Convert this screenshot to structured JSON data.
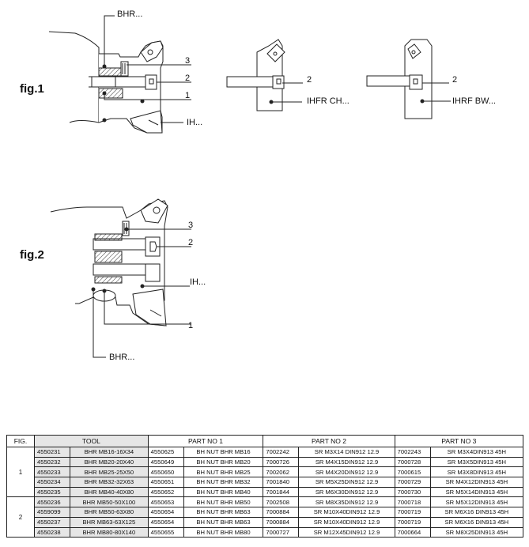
{
  "fig1": {
    "title": "fig.1",
    "main": {
      "body": "BHR...",
      "insert": "IH...",
      "p1": "1",
      "p2": "2",
      "p3": "3"
    },
    "middle": {
      "label": "IHFR CH...",
      "p2": "2"
    },
    "right": {
      "label": "IHRF BW...",
      "p2": "2"
    }
  },
  "fig2": {
    "title": "fig.2",
    "p1": "1",
    "p2": "2",
    "p3": "3",
    "insert": "IH...",
    "body": "BHR..."
  },
  "table": {
    "headers": {
      "fig": "FIG.",
      "tool": "TOOL",
      "part1": "PART NO 1",
      "part2": "PART NO 2",
      "part3": "PART NO 3"
    },
    "groups": [
      {
        "fig": "1",
        "rows": [
          [
            "4550231",
            "BHR MB16-16X34",
            "4550625",
            "BH NUT BHR MB16",
            "7002242",
            "SR M3X14 DIN912 12.9",
            "7002243",
            "SR M3X4DIN913 45H"
          ],
          [
            "4550232",
            "BHR MB20-20X40",
            "4550649",
            "BH NUT BHR MB20",
            "7000726",
            "SR M4X15DIN912 12.9",
            "7000728",
            "SR M3X5DIN913 45H"
          ],
          [
            "4550233",
            "BHR MB25-25X50",
            "4550650",
            "BH NUT BHR MB25",
            "7002062",
            "SR M4X20DIN912 12.9",
            "7000615",
            "SR M3X8DIN913 45H"
          ],
          [
            "4550234",
            "BHR MB32-32X63",
            "4550651",
            "BH NUT BHR MB32",
            "7001840",
            "SR M5X25DIN912 12.9",
            "7000729",
            "SR M4X12DIN913 45H"
          ],
          [
            "4550235",
            "BHR MB40-40X80",
            "4550652",
            "BH NUT BHR MB40",
            "7001844",
            "SR M6X30DIN912 12.9",
            "7000730",
            "SR M5X14DIN913 45H"
          ]
        ]
      },
      {
        "fig": "2",
        "rows": [
          [
            "4550236",
            "BHR MB50-50X100",
            "4550653",
            "BH NUT BHR MB50",
            "7002508",
            "SR M8X35DIN912 12.9",
            "7000718",
            "SR M5X12DIN913 45H"
          ],
          [
            "4559099",
            "BHR MB50-63X80",
            "4550654",
            "BH NUT BHR MB63",
            "7000884",
            "SR M10X40DIN912 12.9",
            "7000719",
            "SR M6X16 DIN913 45H"
          ],
          [
            "4550237",
            "BHR MB63-63X125",
            "4550654",
            "BH NUT BHR MB63",
            "7000884",
            "SR M10X40DIN912 12.9",
            "7000719",
            "SR M6X16 DIN913 45H"
          ],
          [
            "4550238",
            "BHR MB80-80X140",
            "4550655",
            "BH NUT BHR MB80",
            "7000727",
            "SR M12X45DIN912 12.9",
            "7000664",
            "SR M8X25DIN913 45H"
          ]
        ]
      }
    ]
  }
}
